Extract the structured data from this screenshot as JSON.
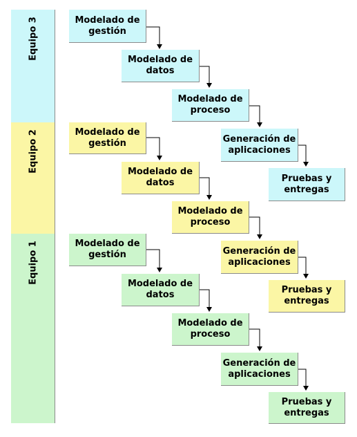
{
  "colors": {
    "team3": "#ccf7fa",
    "team2": "#fbf6a5",
    "team1": "#ccf5cc",
    "arrow": "#000000"
  },
  "lanes": [
    {
      "label": "Equipo 3"
    },
    {
      "label": "Equipo 2"
    },
    {
      "label": "Equipo 1"
    }
  ],
  "team3": {
    "steps": [
      {
        "label": "Modelado de\ngestión"
      },
      {
        "label": "Modelado de\ndatos"
      },
      {
        "label": "Modelado de\nproceso"
      },
      {
        "label": "Generación de\naplicaciones"
      },
      {
        "label": "Pruebas y\nentregas"
      }
    ]
  },
  "team2": {
    "steps": [
      {
        "label": "Modelado de\ngestión"
      },
      {
        "label": "Modelado de\ndatos"
      },
      {
        "label": "Modelado de\nproceso"
      },
      {
        "label": "Generación de\naplicaciones"
      },
      {
        "label": "Pruebas y\nentregas"
      }
    ]
  },
  "team1": {
    "steps": [
      {
        "label": "Modelado de\ngestión"
      },
      {
        "label": "Modelado de\ndatos"
      },
      {
        "label": "Modelado de\nproceso"
      },
      {
        "label": "Generación de\naplicaciones"
      },
      {
        "label": "Pruebas y\nentregas"
      }
    ]
  }
}
